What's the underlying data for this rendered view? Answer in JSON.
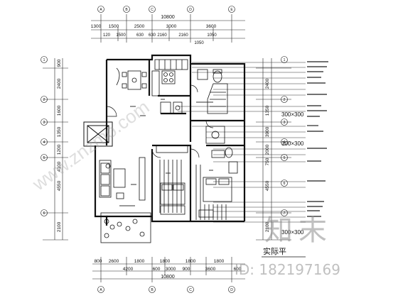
{
  "drawing": {
    "top_dims_total": "10800",
    "top_dims_row1": [
      "1300",
      "1500",
      "2500",
      "3000",
      "3600"
    ],
    "top_dims_row2": [
      "120",
      "1500",
      "630",
      "630",
      "2160",
      "2160",
      "1050"
    ],
    "top_dim_sub": "1050",
    "bottom_dims_row1": [
      "800",
      "2600",
      "1800",
      "1800",
      "1800",
      "1800"
    ],
    "bottom_dims_row2": [
      "4200",
      "600",
      "3000",
      "900",
      "3600",
      "600"
    ],
    "bottom_dims_total": "10800",
    "left_dims": [
      "900",
      "2400",
      "1600",
      "1350",
      "1200",
      "4100",
      "4550",
      "2100"
    ],
    "right_dims": [
      "2400",
      "1350",
      "3900",
      "2000",
      "750",
      "4550",
      "2100"
    ],
    "axis_top": [
      "A",
      "B",
      "C",
      "D",
      "E"
    ],
    "axis_left": [
      "1",
      "2",
      "3",
      "4",
      "5",
      "6"
    ],
    "axis_right": [
      "1",
      "2",
      "3",
      "4",
      "5",
      "6",
      "7"
    ],
    "axis_bottom": [
      "A",
      "B",
      "C",
      "D"
    ],
    "tile_labels": [
      "300×300",
      "300×300",
      "300×300"
    ],
    "plan_title": "实际平"
  },
  "watermark": {
    "logo": "知末",
    "id": "ID: 182197169",
    "diagonal": "www.znzmo.com"
  }
}
